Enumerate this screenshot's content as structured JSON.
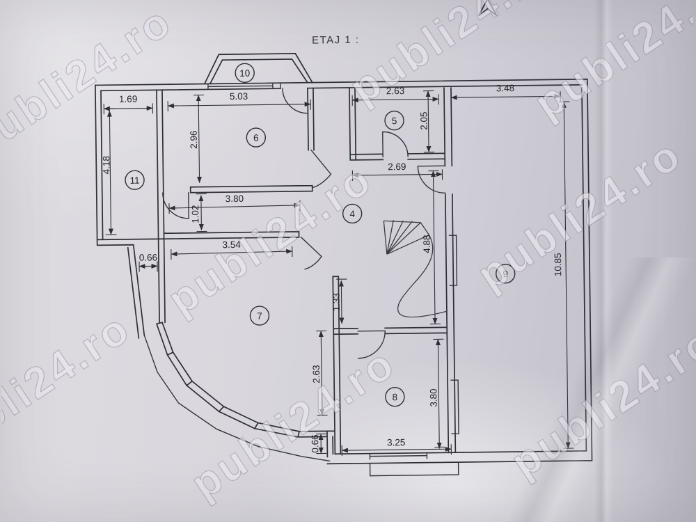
{
  "title": "ETAJ 1 :",
  "watermark": {
    "text": "publi24.ro"
  },
  "rooms": {
    "r4": "4",
    "r5": "5",
    "r6": "6",
    "r7": "7",
    "r8": "8",
    "r9": "9",
    "r10": "10",
    "r11": "11"
  },
  "dims": {
    "room11_width": "1.69",
    "room11_height": "4.18",
    "room6_width": "5.03",
    "room6_height": "2.96",
    "room5_width": "2.63",
    "room5_height": "2.05",
    "terrace_width": "3.48",
    "terrace_height": "10.85",
    "hall_top_width": "2.69",
    "hall_mid_width": "3.80",
    "niche_height": "1.02",
    "room7_top_width": "3.54",
    "recess_width": "0.66",
    "wall_segment_height": "1.33",
    "hall_height": "4.88",
    "room8_left_height": "2.63",
    "room8_right_height": "3.80",
    "room8_width": "3.25",
    "step_height": "0.66"
  }
}
